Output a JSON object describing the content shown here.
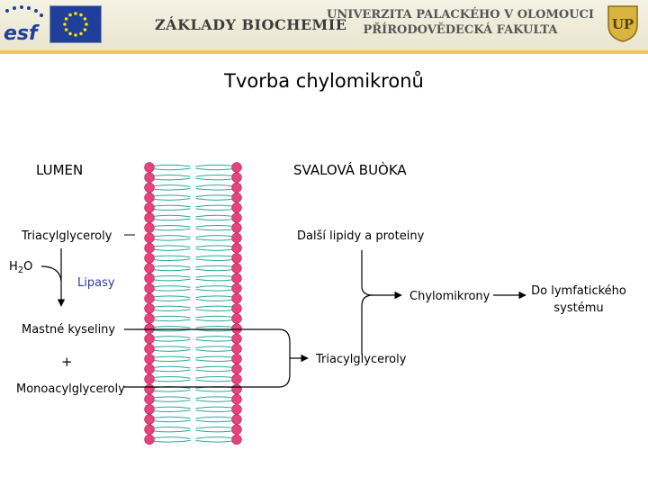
{
  "header": {
    "logo_text": "esf",
    "title": "ZÁKLADY BIOCHEMIE",
    "university_line1": "UNIVERZITA PALACKÉHO V OLOMOUCI",
    "university_line2": "PŘÍRODOVĚDECKÁ FAKULTA",
    "crest_text": "UP"
  },
  "title": "Tvorba chylomikronů",
  "lumen": {
    "heading": "LUMEN",
    "triacylglyceroly": "Triacylglyceroly",
    "water": "H",
    "water_sub": "2",
    "water_end": "O",
    "lipasy": "Lipasy",
    "mastne_kyseliny": "Mastné kyseliny",
    "plus": "+",
    "monoacylglyceroly": "Monoacylglyceroly"
  },
  "cell": {
    "heading": "SVALOVÁ BUÒKA",
    "dalsi_lipidy": "Další lipidy a proteiny",
    "chylomikrony": "Chylomikrony",
    "lymf_line1": "Do lymfatického",
    "lymf_line2": "systému",
    "triacylglyceroly": "Triacylglyceroly"
  },
  "colors": {
    "membrane_head": "#e8427c",
    "membrane_tail": "#2aa89a",
    "lipasy": "#2c3c9c",
    "stripe": "#f2c94c"
  }
}
